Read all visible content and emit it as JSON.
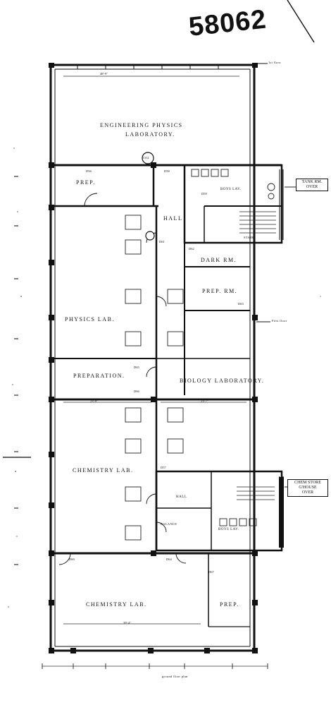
{
  "drawing_number": "58062",
  "rooms": {
    "eng_physics_line1": "ENGINEERING PHYSICS",
    "eng_physics_line2": "LABORATORY.",
    "prep_top": "PREP.",
    "hall": "HALL",
    "boys_lav_top": "BOYS LAV.",
    "dark_rm": "DARK RM.",
    "prep_rm": "PREP. RM.",
    "physics_lab": "PHYSICS LAB.",
    "preparation": "PREPARATION.",
    "biology_lab": "BIOLOGY LABORATORY.",
    "chemistry_lab_upper": "CHEMISTRY LAB.",
    "chemistry_lab_lower": "CHEMISTRY LAB.",
    "prep_lower": "PREP.",
    "boys_lav_lower": "BOYS LAV.",
    "balance": "BALANCE",
    "hall_lower": "HALL"
  },
  "boxes": {
    "tank_rm_line1": "TANK RM.",
    "tank_rm_line2": "OVER",
    "chem_store_line1": "CHEM STORE",
    "chem_store_line2": "G'HOUSE",
    "chem_store_line3": "OVER"
  },
  "annotations": {
    "first_floor_top": "1st floor",
    "first_floor_mid": "First floor",
    "co2": "CO2",
    "stairs": "STAIRS",
    "dim_eng": "48'-9\"",
    "dim_mid_left": "23'-9\"",
    "dim_mid_right": "23'-7\"",
    "dim_chem": "39'-4\"",
    "ground_floor": "ground floor plan"
  },
  "door_tags": [
    "D56",
    "D58",
    "D59",
    "D61",
    "D62",
    "D63",
    "D65",
    "D66",
    "D57",
    "D60",
    "D64",
    "D67"
  ]
}
